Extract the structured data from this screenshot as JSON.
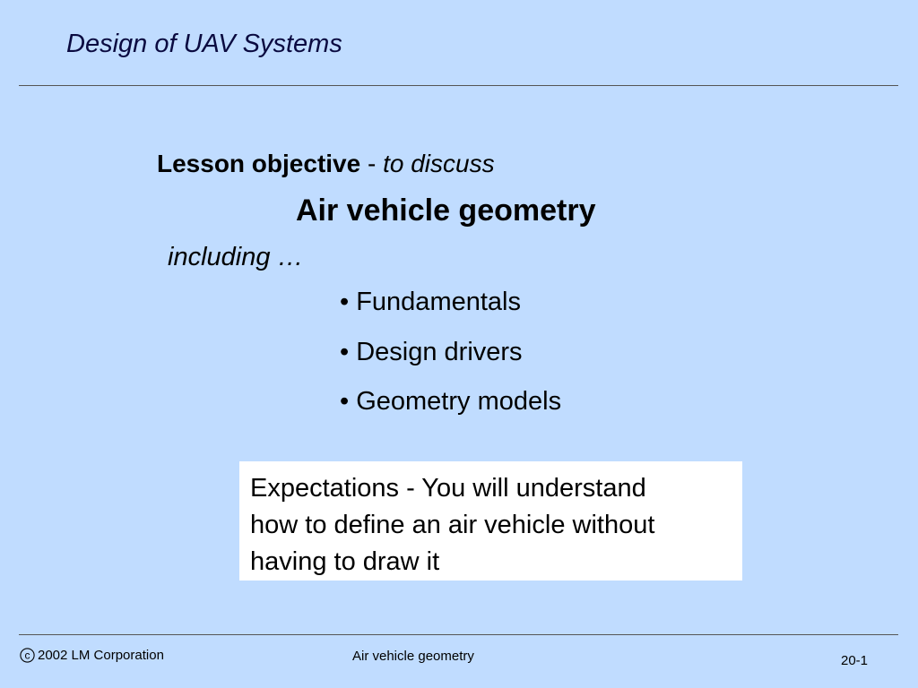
{
  "header": {
    "title": "Design of UAV Systems"
  },
  "body": {
    "objective_label": "Lesson objective",
    "objective_connector": " - ",
    "objective_verb": "to discuss",
    "main_topic": "Air vehicle geometry",
    "including": "including …",
    "bullets": [
      "• Fundamentals",
      "• Design drivers",
      "• Geometry models"
    ],
    "expectations_lines": [
      "Expectations - You will understand",
      "how to define an air vehicle without",
      "having to draw it"
    ]
  },
  "footer": {
    "copyright_symbol": "c",
    "copyright_text": "2002 LM Corporation",
    "center_text": "Air vehicle geometry",
    "page_number": "20-1"
  },
  "colors": {
    "background": "#c0dcff",
    "title": "#0a0a40",
    "box": "#ffffff"
  }
}
